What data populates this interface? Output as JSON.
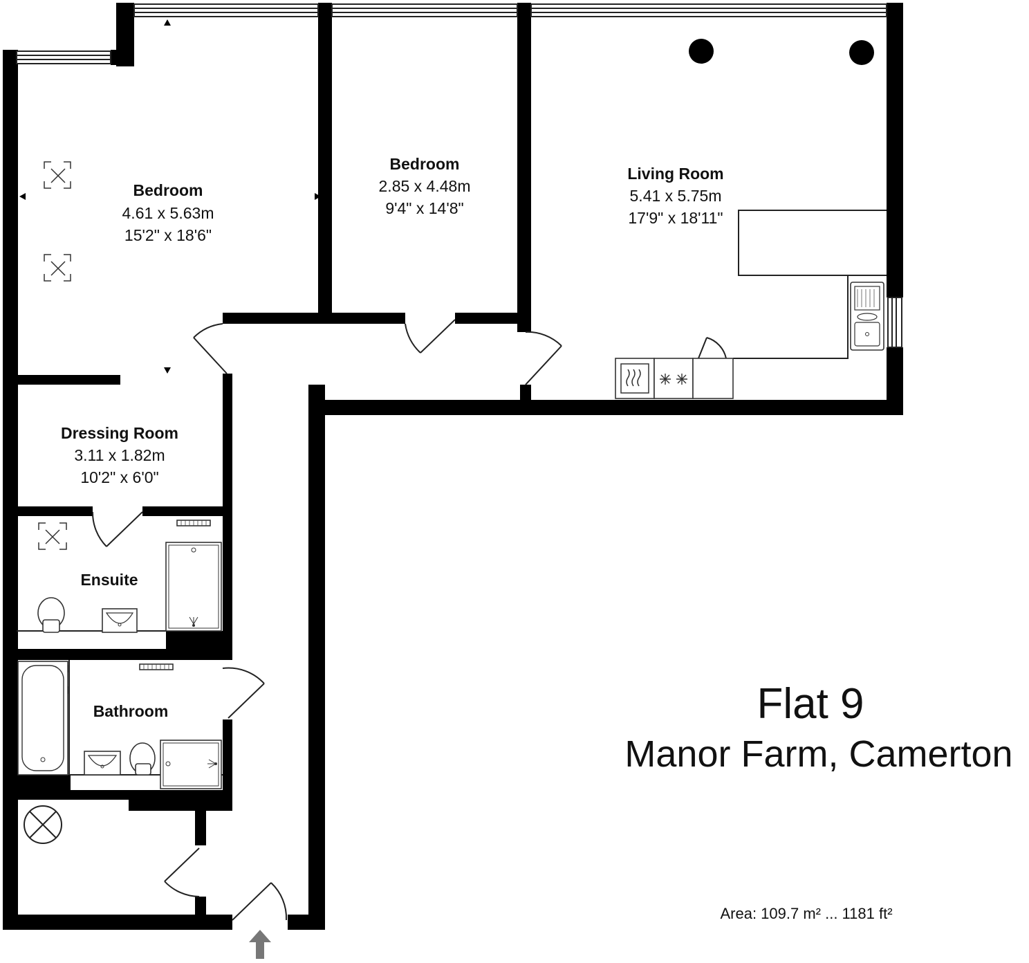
{
  "title": "Flat 9",
  "subtitle": "Manor Farm, Camerton",
  "area": "Area: 109.7 m² ... 1181 ft²",
  "rooms": {
    "bedroom_main": {
      "name": "Bedroom",
      "metric": "4.61 x 5.63m",
      "imperial": "15'2\" x 18'6\""
    },
    "bedroom_two": {
      "name": "Bedroom",
      "metric": "2.85 x 4.48m",
      "imperial": "9'4\" x 14'8\""
    },
    "living_room": {
      "name": "Living Room",
      "metric": "5.41 x 5.75m",
      "imperial": "17'9\" x 18'11\""
    },
    "dressing_room": {
      "name": "Dressing Room",
      "metric": "3.11 x 1.82m",
      "imperial": "10'2\" x 6'0\""
    },
    "ensuite": {
      "name": "Ensuite"
    },
    "bathroom": {
      "name": "Bathroom"
    }
  },
  "icons": [
    "skylight-icon",
    "radiator-icon",
    "toilet-icon",
    "sink-icon",
    "shower-icon",
    "bath-icon",
    "oven-icon",
    "hob-icon",
    "kitchen-sink-icon",
    "light-fitting-icon",
    "entrance-arrow-icon"
  ]
}
